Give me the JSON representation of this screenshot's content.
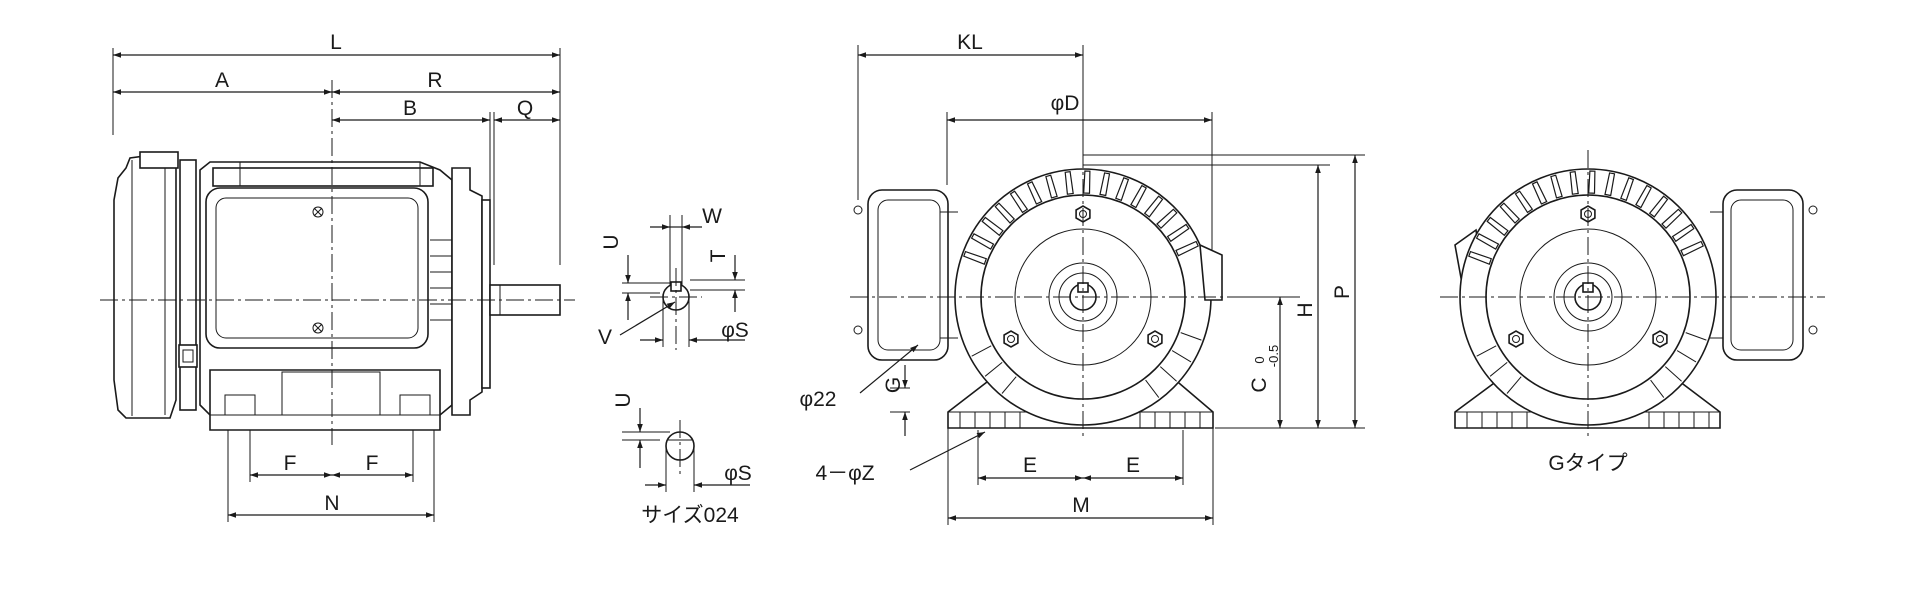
{
  "side_view": {
    "dim_L": "L",
    "dim_A": "A",
    "dim_R": "R",
    "dim_B": "B",
    "dim_Q": "Q",
    "dim_F_left": "F",
    "dim_F_right": "F",
    "dim_N": "N"
  },
  "shaft_detail": {
    "dim_W": "W",
    "dim_U": "U",
    "dim_T": "T",
    "dim_V": "V",
    "dim_S": "φS"
  },
  "shaft_detail_024": {
    "dim_U": "U",
    "dim_S": "φS",
    "caption": "サイズ024"
  },
  "front_view": {
    "dim_KL": "KL",
    "dim_D": "φD",
    "dim_H": "H",
    "dim_P": "P",
    "dim_C": "C",
    "tol_upper": "0",
    "tol_lower": "-0.5",
    "dim_G": "G",
    "dim_E_left": "E",
    "dim_E_right": "E",
    "dim_M": "M",
    "hole_conduit": "φ22",
    "hole_base": "4－φZ"
  },
  "g_type_view": {
    "caption": "Gタイプ"
  }
}
